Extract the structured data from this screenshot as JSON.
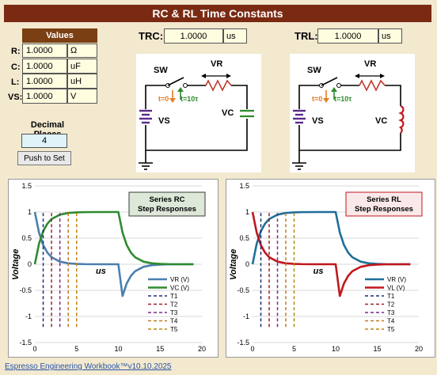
{
  "title": "RC & RL Time Constants",
  "values_table": {
    "header": "Values",
    "rows": [
      {
        "label": "R:",
        "value": "1.0000",
        "unit": "Ω"
      },
      {
        "label": "C:",
        "value": "1.0000",
        "unit": "uF"
      },
      {
        "label": "L:",
        "value": "1.0000",
        "unit": "uH"
      },
      {
        "label": "VS:",
        "value": "1.0000",
        "unit": "V"
      }
    ]
  },
  "tau_rc": {
    "label": "TRC:",
    "value": "1.0000",
    "unit": "us"
  },
  "tau_rl": {
    "label": "TRL:",
    "value": "1.0000",
    "unit": "us"
  },
  "decimal_places": {
    "label": "Decimal Places",
    "value": "4",
    "button": "Push to Set"
  },
  "circuit_rc": {
    "sw": "SW",
    "vr": "VR",
    "vs": "VS",
    "vc": "VC",
    "t0": "t=0",
    "t10": "t=10τ"
  },
  "circuit_rl": {
    "sw": "SW",
    "vr": "VR",
    "vs": "VS",
    "vc": "VC",
    "t0": "t=0",
    "t10": "t=10τ"
  },
  "colors": {
    "title_bg": "#7a2a12",
    "page_bg": "#f2e9cf",
    "header_bg": "#7a3f12",
    "cell_bg": "#fffde0",
    "vr": "#4a7fb0",
    "vc": "#2e8b2e",
    "vl": "#c0171d"
  },
  "footer": "Espresso Engineering Workbook™v10.10.2025",
  "chart_data": [
    {
      "type": "line",
      "title": "Series RC\nStep Responses",
      "ylabel": "Voltage",
      "xlabel_annotation": "us",
      "xlim": [
        0,
        20
      ],
      "ylim": [
        -1.5,
        1.5
      ],
      "xticks": [
        "0",
        "5",
        "10",
        "15",
        "20"
      ],
      "yticks": [
        "1.5",
        "1",
        "0.5",
        "0",
        "-0.5",
        "-1",
        "-1.5"
      ],
      "grid": true,
      "legend_position": "bottom-right",
      "series": [
        {
          "name": "VR (V)",
          "color": "#4a7fb0",
          "x": [
            0,
            0.5,
            1,
            1.5,
            2,
            3,
            4,
            5,
            6,
            8,
            10,
            10.5,
            11,
            11.5,
            12,
            13,
            14,
            15,
            16,
            18,
            19
          ],
          "y": [
            1,
            0.607,
            0.368,
            0.223,
            0.135,
            0.05,
            0.018,
            0.007,
            0.002,
            0,
            0,
            -0.607,
            -0.368,
            -0.223,
            -0.135,
            -0.05,
            -0.018,
            -0.007,
            -0.002,
            0,
            0
          ]
        },
        {
          "name": "VC (V)",
          "color": "#2e8b2e",
          "x": [
            0,
            0.5,
            1,
            1.5,
            2,
            3,
            4,
            5,
            6,
            8,
            10,
            10.5,
            11,
            11.5,
            12,
            13,
            14,
            15,
            16,
            18,
            19
          ],
          "y": [
            0,
            0.393,
            0.632,
            0.777,
            0.865,
            0.95,
            0.982,
            0.993,
            0.998,
            1,
            1,
            0.607,
            0.368,
            0.223,
            0.135,
            0.05,
            0.018,
            0.007,
            0.002,
            0,
            0
          ]
        },
        {
          "name": "T1",
          "color": "#1f2d6e",
          "x": [
            1,
            1
          ],
          "y": [
            -1.2,
            1
          ]
        },
        {
          "name": "T2",
          "color": "#a01f2a",
          "x": [
            2,
            2
          ],
          "y": [
            -1.2,
            1
          ]
        },
        {
          "name": "T3",
          "color": "#7a2a8a",
          "x": [
            3,
            3
          ],
          "y": [
            -1.2,
            1
          ]
        },
        {
          "name": "T4",
          "color": "#c07a1e",
          "x": [
            4,
            4
          ],
          "y": [
            -1.2,
            1
          ]
        },
        {
          "name": "T5",
          "color": "#b8860b",
          "x": [
            5,
            5
          ],
          "y": [
            -1.2,
            1
          ]
        }
      ]
    },
    {
      "type": "line",
      "title": "Series RL\nStep Responses",
      "ylabel": "Voltage",
      "xlabel_annotation": "us",
      "xlim": [
        0,
        20
      ],
      "ylim": [
        -1.5,
        1.5
      ],
      "xticks": [
        "0",
        "5",
        "10",
        "15",
        "20"
      ],
      "yticks": [
        "1.5",
        "1",
        "0.5",
        "0",
        "-0.5",
        "-1",
        "-1.5"
      ],
      "grid": true,
      "legend_position": "bottom-right",
      "series": [
        {
          "name": "VR (V)",
          "color": "#1f6f9a",
          "x": [
            0,
            0.5,
            1,
            1.5,
            2,
            3,
            4,
            5,
            6,
            8,
            10,
            10.5,
            11,
            11.5,
            12,
            13,
            14,
            15,
            16,
            18,
            19
          ],
          "y": [
            0,
            0.393,
            0.632,
            0.777,
            0.865,
            0.95,
            0.982,
            0.993,
            0.998,
            1,
            1,
            0.607,
            0.368,
            0.223,
            0.135,
            0.05,
            0.018,
            0.007,
            0.002,
            0,
            0
          ]
        },
        {
          "name": "VL (V)",
          "color": "#c0171d",
          "x": [
            0,
            0.5,
            1,
            1.5,
            2,
            3,
            4,
            5,
            6,
            8,
            10,
            10.5,
            11,
            11.5,
            12,
            13,
            14,
            15,
            16,
            18,
            19
          ],
          "y": [
            1,
            0.607,
            0.368,
            0.223,
            0.135,
            0.05,
            0.018,
            0.007,
            0.002,
            0,
            0,
            -0.607,
            -0.368,
            -0.223,
            -0.135,
            -0.05,
            -0.018,
            -0.007,
            -0.002,
            0,
            0
          ]
        },
        {
          "name": "T1",
          "color": "#1f2d6e",
          "x": [
            1,
            1
          ],
          "y": [
            -1.2,
            1
          ]
        },
        {
          "name": "T2",
          "color": "#a01f2a",
          "x": [
            2,
            2
          ],
          "y": [
            -1.2,
            1
          ]
        },
        {
          "name": "T3",
          "color": "#7a2a8a",
          "x": [
            3,
            3
          ],
          "y": [
            -1.2,
            1
          ]
        },
        {
          "name": "T4",
          "color": "#c07a1e",
          "x": [
            4,
            4
          ],
          "y": [
            -1.2,
            1
          ]
        },
        {
          "name": "T5",
          "color": "#b8860b",
          "x": [
            5,
            5
          ],
          "y": [
            -1.2,
            1
          ]
        }
      ]
    }
  ]
}
